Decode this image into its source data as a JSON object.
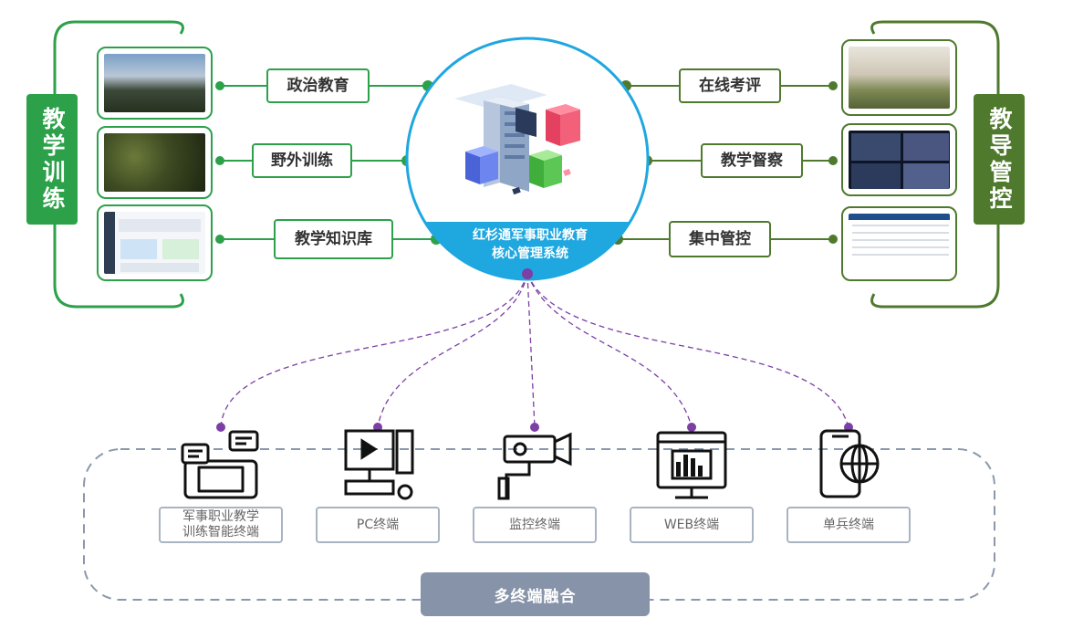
{
  "core_system": {
    "line1": "红杉通军事职业教育",
    "line2": "核心管理系统"
  },
  "left_group": {
    "title": "教学训练",
    "items": [
      {
        "label": "政治教育",
        "image": "classroom-photo"
      },
      {
        "label": "野外训练",
        "image": "field-training-photo"
      },
      {
        "label": "教学知识库",
        "image": "dashboard-screenshot"
      }
    ]
  },
  "right_group": {
    "title": "教导管控",
    "items": [
      {
        "label": "在线考评",
        "image": "exam-room-photo"
      },
      {
        "label": "教学督察",
        "image": "surveillance-grid-photo"
      },
      {
        "label": "集中管控",
        "image": "management-table-screenshot"
      }
    ]
  },
  "terminals": [
    {
      "label": "军事职业教学训练智能终端",
      "icon": "tablet-chat-icon"
    },
    {
      "label": "PC终端",
      "icon": "desktop-computer-icon"
    },
    {
      "label": "监控终端",
      "icon": "cctv-camera-icon"
    },
    {
      "label": "WEB终端",
      "icon": "web-chart-icon"
    },
    {
      "label": "单兵终端",
      "icon": "mobile-globe-icon"
    }
  ],
  "fusion_label": "多终端融合",
  "colors": {
    "green": "#2ca14a",
    "olive": "#4f7a2e",
    "core_blue": "#1fa7df",
    "purple": "#7b3fa5",
    "slate": "#8793a8",
    "terminal_border": "#a9b4c2"
  }
}
